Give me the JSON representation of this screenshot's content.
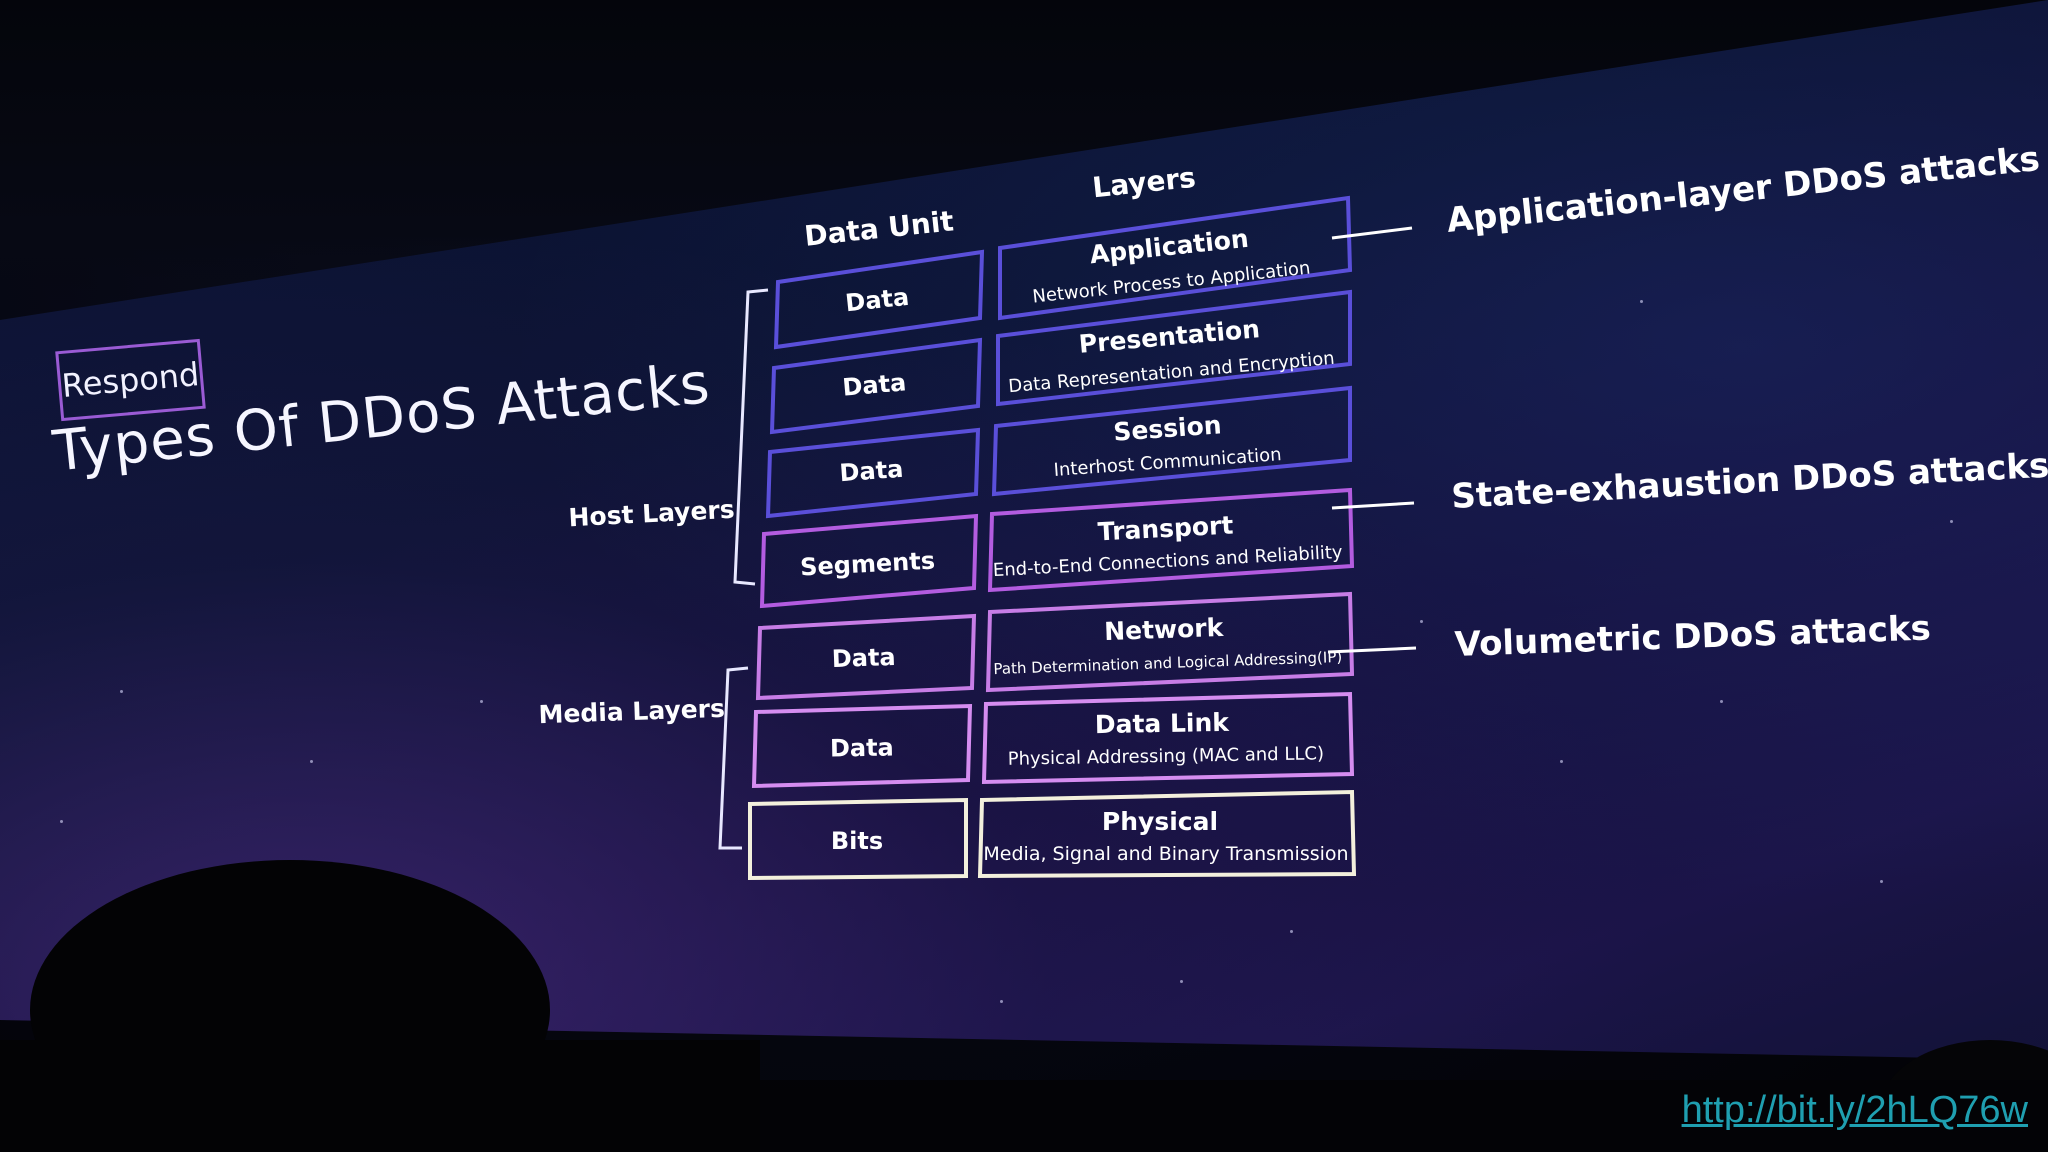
{
  "badge": "Respond",
  "title": "Types Of DDoS Attacks",
  "headers": {
    "data_unit": "Data Unit",
    "layers": "Layers"
  },
  "groups": {
    "host": "Host Layers",
    "media": "Media Layers"
  },
  "rows": [
    {
      "unit": "Data",
      "name": "Application",
      "desc": "Network Process to Application"
    },
    {
      "unit": "Data",
      "name": "Presentation",
      "desc": "Data Representation and Encryption"
    },
    {
      "unit": "Data",
      "name": "Session",
      "desc": "Interhost Communication"
    },
    {
      "unit": "Segments",
      "name": "Transport",
      "desc": "End-to-End Connections and Reliability"
    },
    {
      "unit": "Data",
      "name": "Network",
      "desc": "Path Determination and Logical Addressing(IP)"
    },
    {
      "unit": "Data",
      "name": "Data Link",
      "desc": "Physical Addressing (MAC and LLC)"
    },
    {
      "unit": "Bits",
      "name": "Physical",
      "desc": "Media, Signal and Binary Transmission"
    }
  ],
  "attacks": [
    {
      "label": "Application-layer DDoS attacks"
    },
    {
      "label": "State-exhaustion DDoS attacks"
    },
    {
      "label": "Volumetric DDoS attacks"
    }
  ],
  "url": "http://bit.ly/2hLQ76w",
  "colors": {
    "blue_box": "#5a4fd9",
    "violet_box": "#b35ce0",
    "pink_box": "#d58df0",
    "white_box": "#f3f0dc",
    "link": "#1f9fb0"
  }
}
